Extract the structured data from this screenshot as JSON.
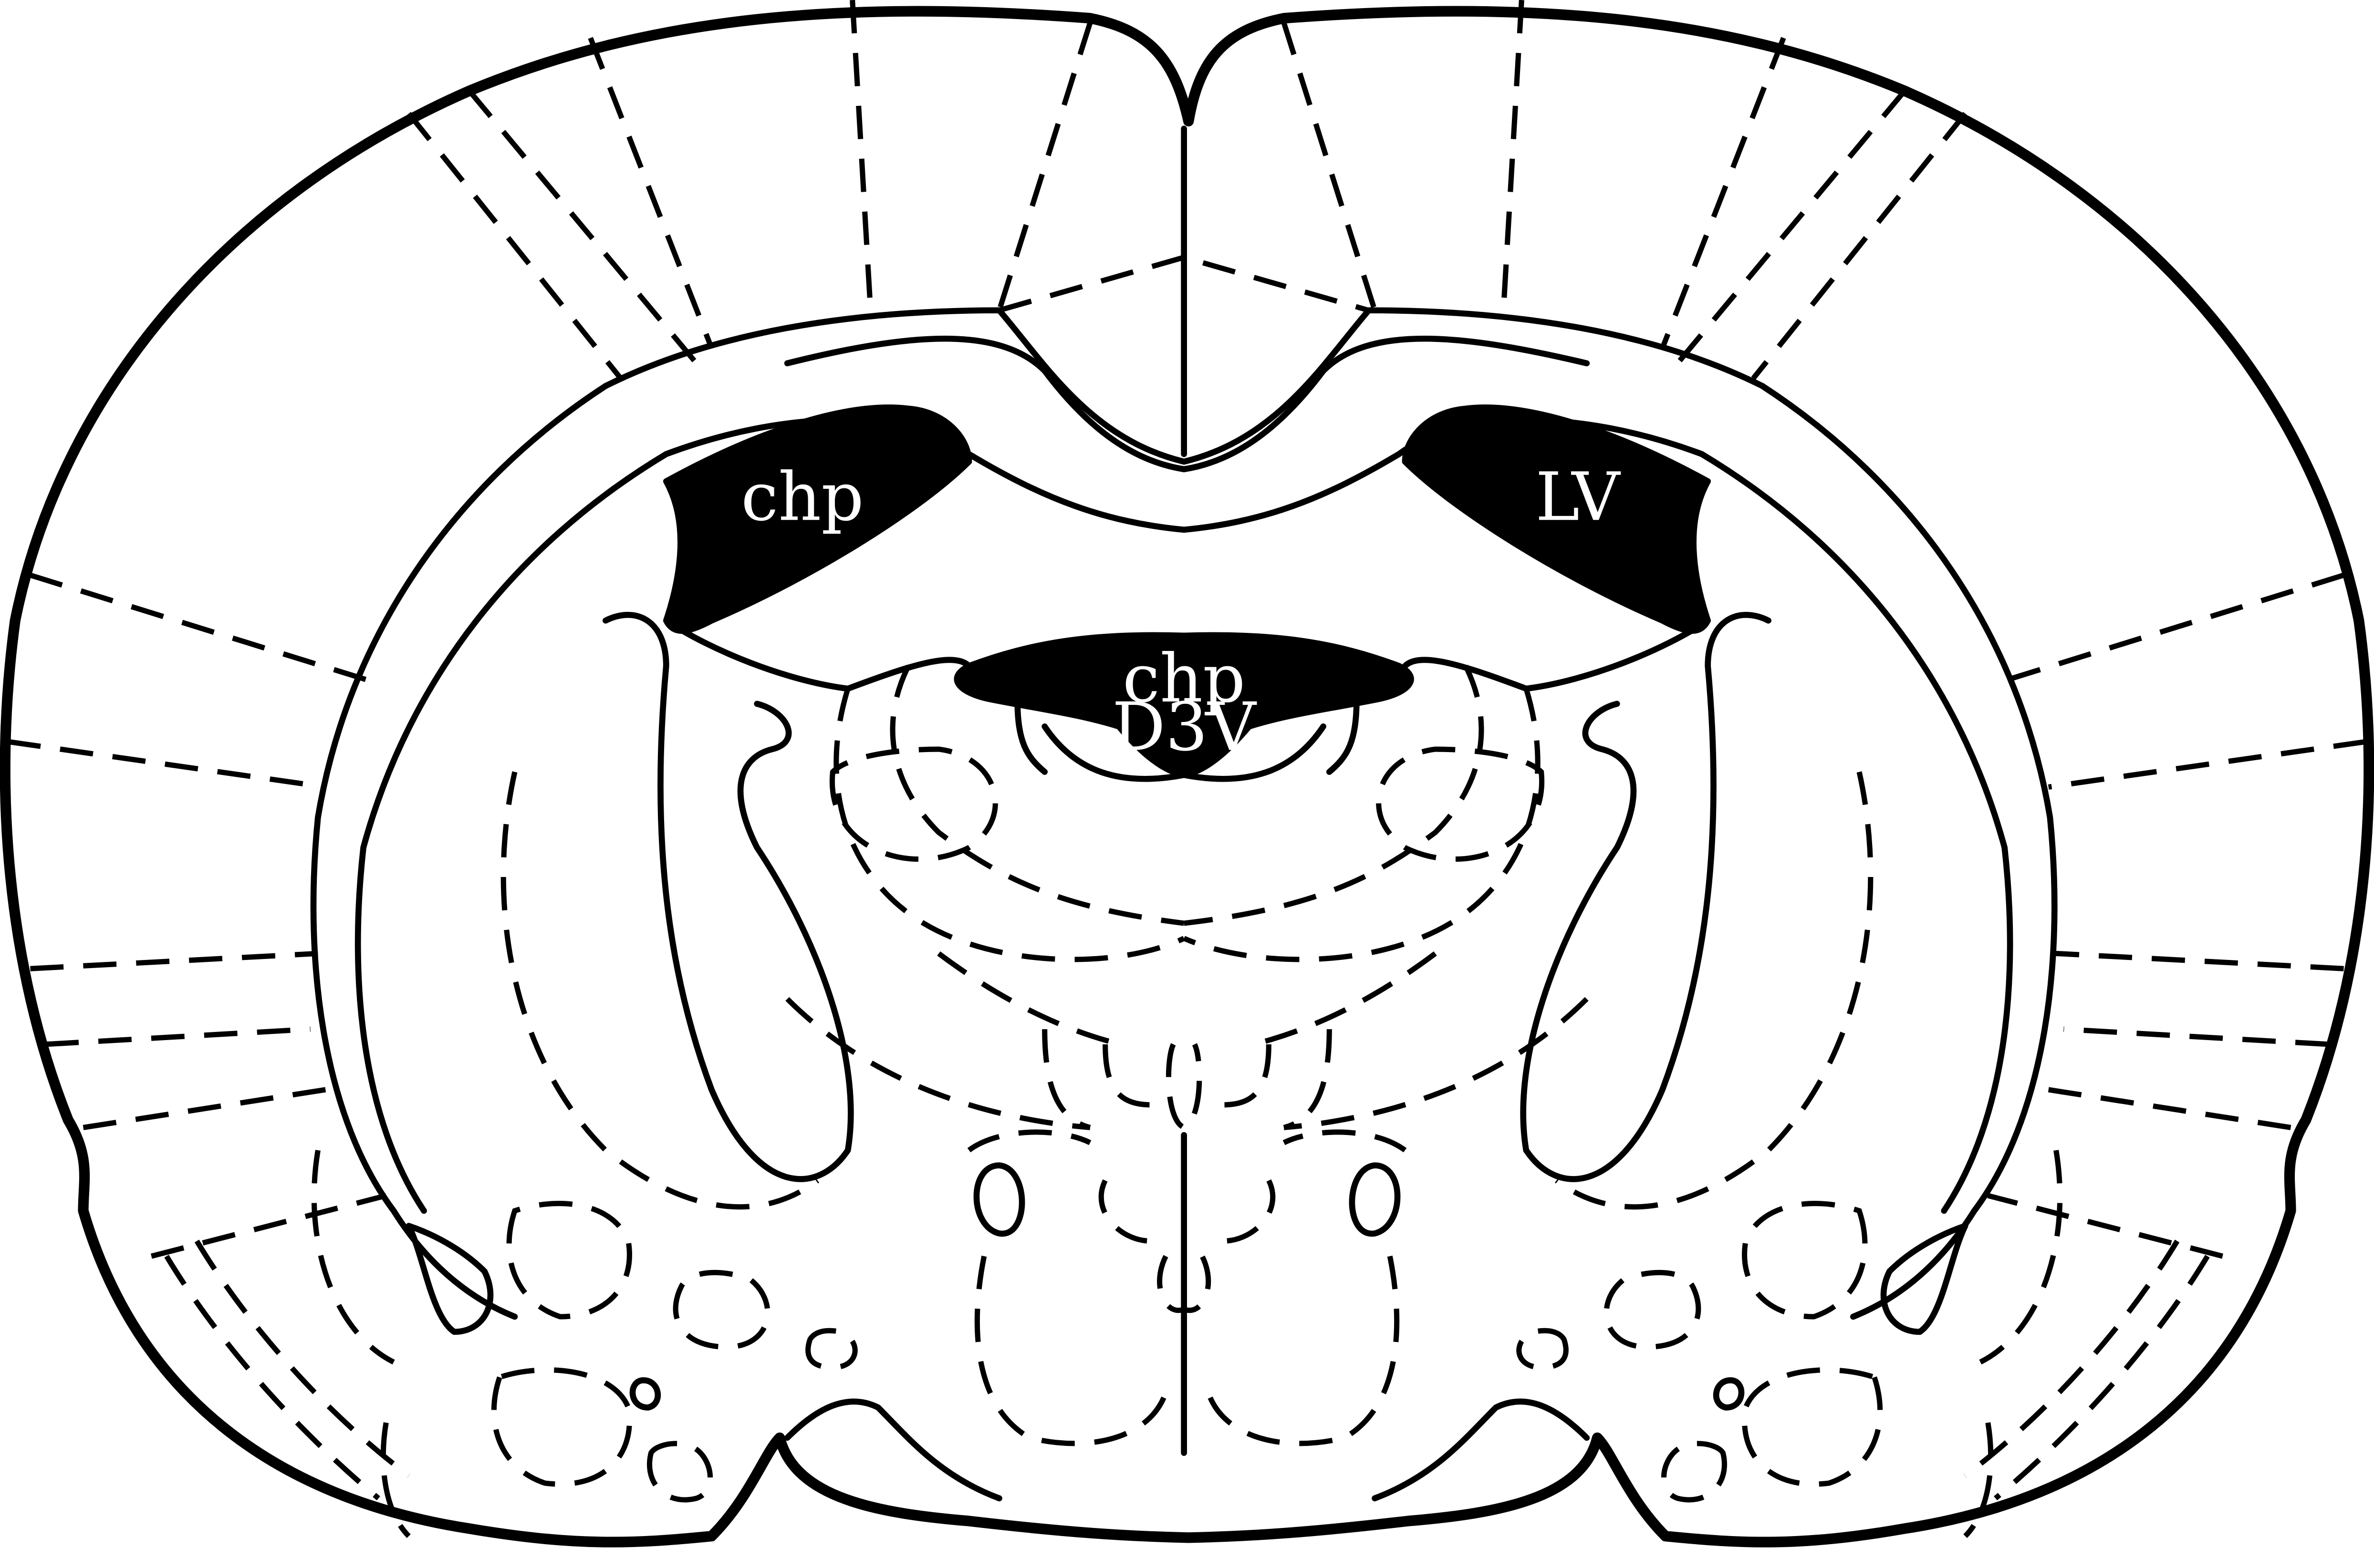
{
  "diagram": {
    "colors": {
      "outline": "#000000",
      "ventricle_fill": "#000000",
      "label_text": "#ffffff",
      "background": "#ffffff"
    },
    "labels": {
      "left_ventricle": "chp",
      "right_ventricle": "LV",
      "third_ventricle_upper": "chp",
      "third_ventricle_lower": "D3V"
    }
  }
}
